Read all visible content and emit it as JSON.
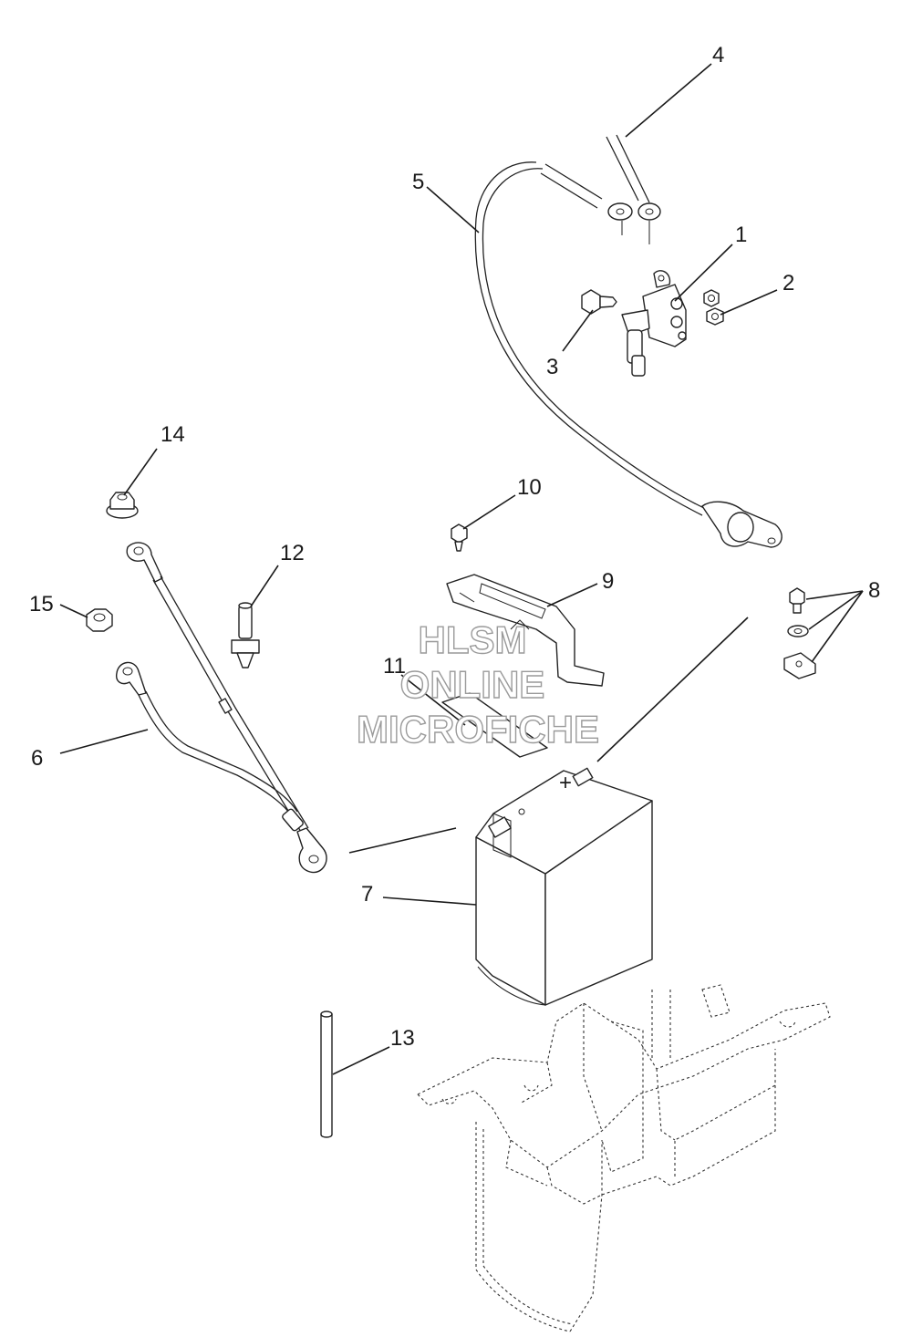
{
  "callouts": {
    "c1": "1",
    "c2": "2",
    "c3": "3",
    "c4": "4",
    "c5": "5",
    "c6": "6",
    "c7": "7",
    "c8": "8",
    "c9": "9",
    "c10": "10",
    "c11": "11",
    "c12": "12",
    "c13": "13",
    "c14": "14",
    "c15": "15"
  },
  "watermark": {
    "line1": "HLSM",
    "line2": "ONLINE",
    "line3": "MICROFICHE"
  },
  "battery_mark": "+"
}
